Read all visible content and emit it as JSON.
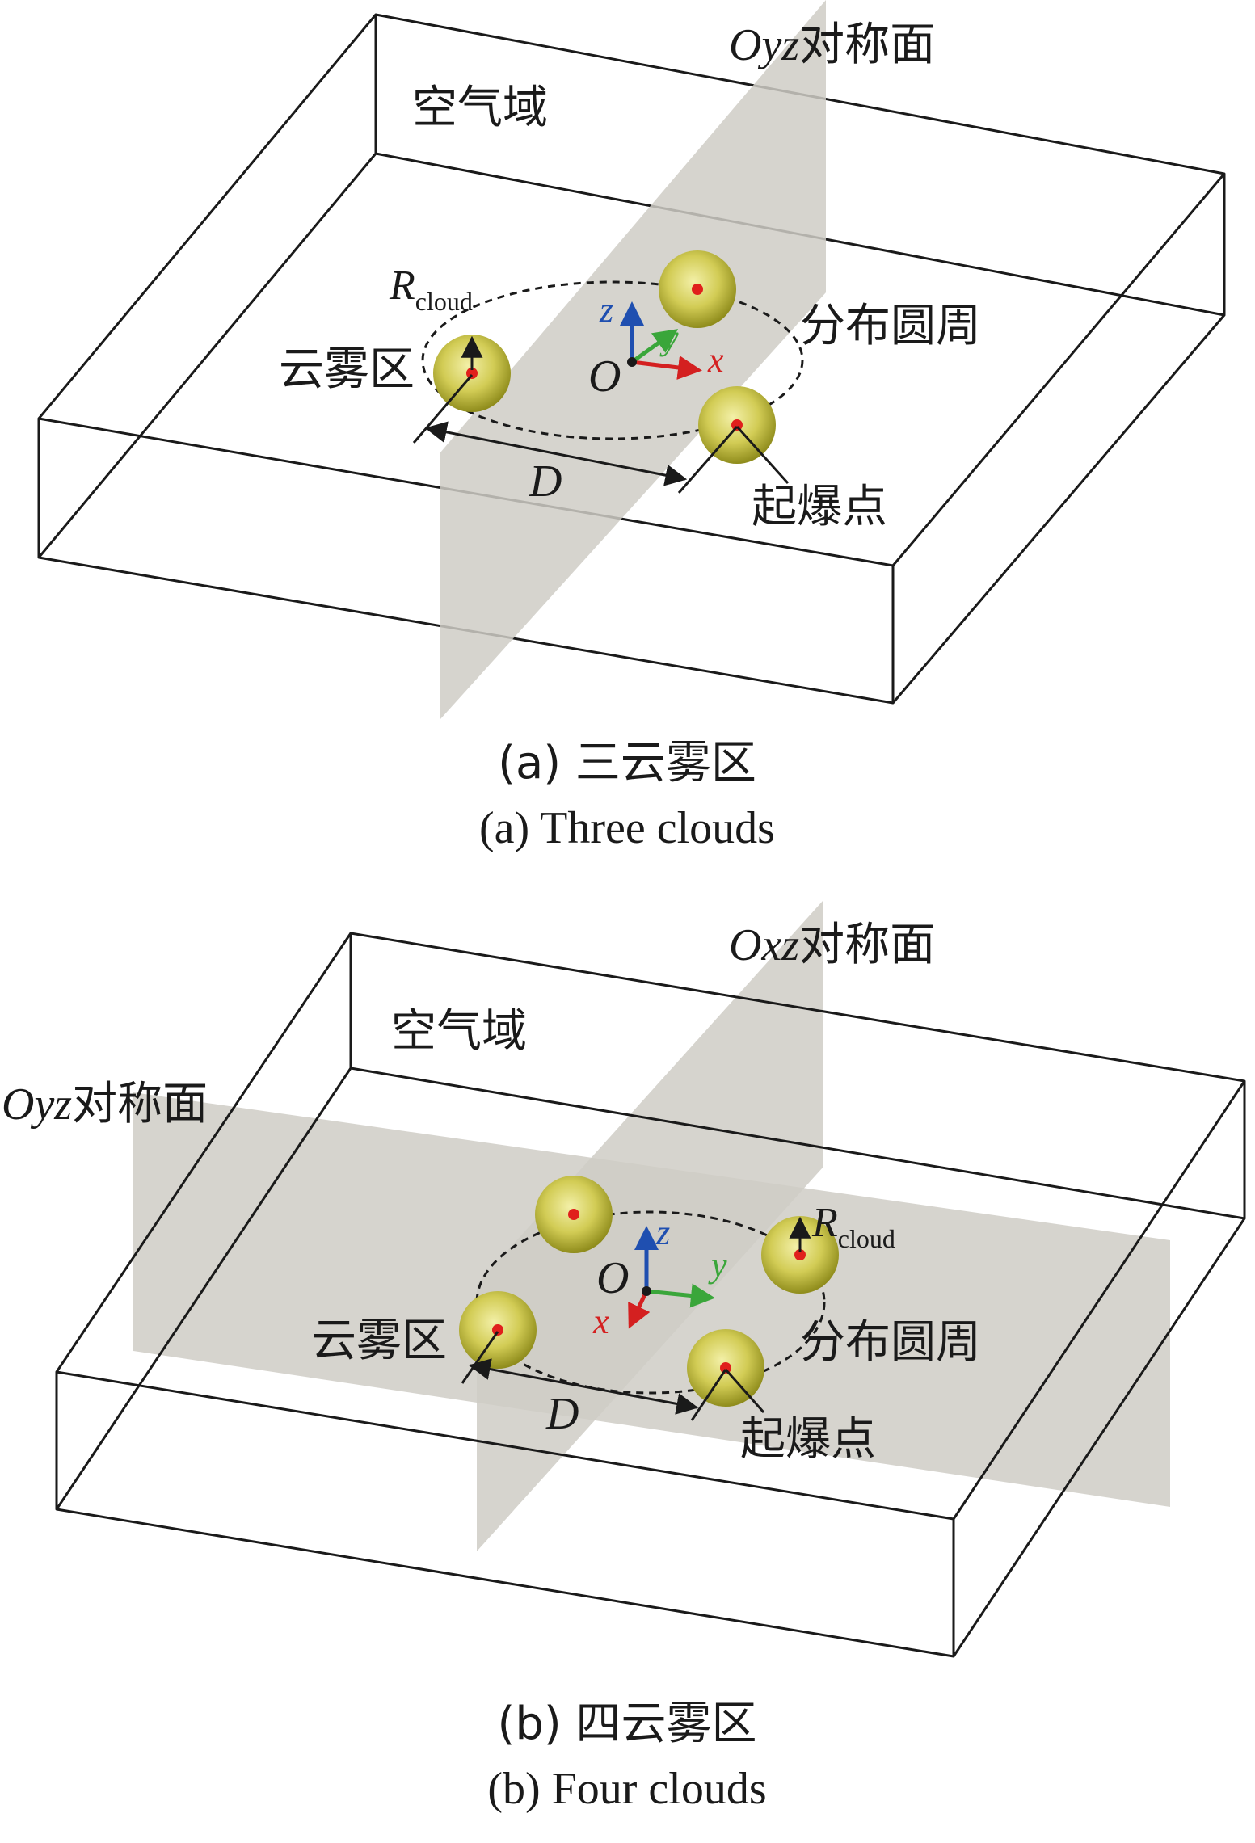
{
  "panel_a": {
    "symmetry_plane_oyz": {
      "italic": "Oyz",
      "cjk": "对称面"
    },
    "air_domain": "空气域",
    "r_cloud": {
      "main": "R",
      "sub": "cloud"
    },
    "cloud_zone": "云雾区",
    "distribution_circle": "分布圆周",
    "detonation_point": "起爆点",
    "spacing": "D",
    "origin": "O",
    "axis_x": "x",
    "axis_y": "y",
    "axis_z": "z",
    "caption_cn": "(a) 三云雾区",
    "caption_en": "(a) Three clouds"
  },
  "panel_b": {
    "symmetry_plane_oxz": {
      "italic": "Oxz",
      "cjk": "对称面"
    },
    "symmetry_plane_oyz": {
      "italic": "Oyz",
      "cjk": "对称面"
    },
    "air_domain": "空气域",
    "r_cloud": {
      "main": "R",
      "sub": "cloud"
    },
    "cloud_zone": "云雾区",
    "distribution_circle": "分布圆周",
    "detonation_point": "起爆点",
    "spacing": "D",
    "origin": "O",
    "axis_x": "x",
    "axis_y": "y",
    "axis_z": "z",
    "caption_cn": "(b) 四云雾区",
    "caption_en": "(b) Four clouds"
  },
  "colors": {
    "cloud_center": "#e9e58a",
    "cloud_edge": "#8f8c1c",
    "detonation": "#e0201c",
    "axis_x": "#d42020",
    "axis_y": "#3aa63a",
    "axis_z": "#1f4fb0",
    "plane": "#cfcdc6"
  }
}
